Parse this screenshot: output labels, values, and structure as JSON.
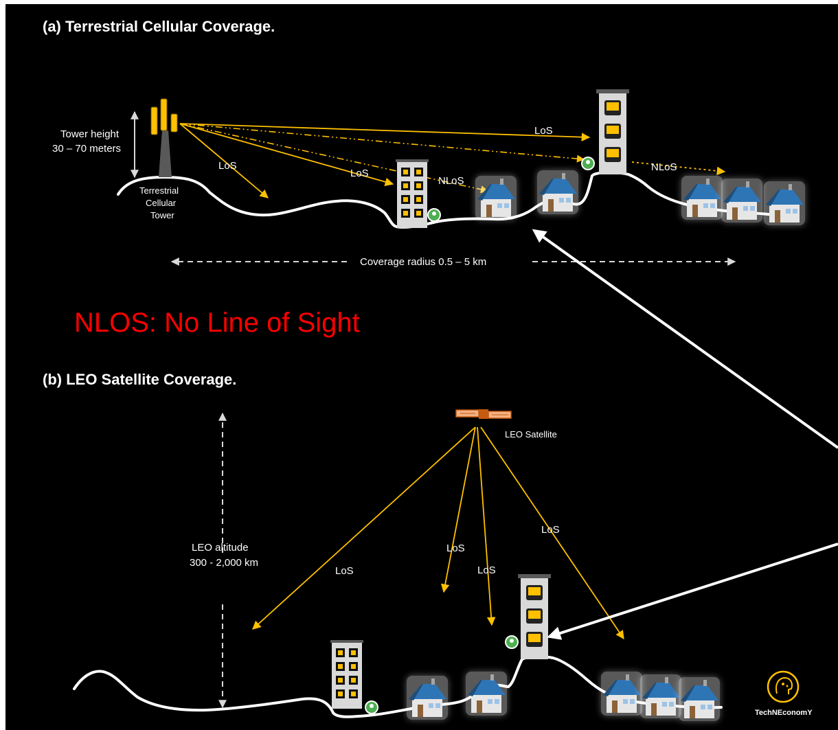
{
  "panel_a": {
    "heading": "(a) Terrestrial Cellular Coverage.",
    "tower_height_line1": "Tower height",
    "tower_height_line2": "30 – 70 meters",
    "tower_caption_line1": "Terrestrial",
    "tower_caption_line2": "Cellular",
    "tower_caption_line3": "Tower",
    "ray_los_1": "LoS",
    "ray_los_2": "LoS",
    "ray_los_3": "LoS",
    "ray_nlos_1": "NLoS",
    "ray_nlos_2": "NLoS",
    "coverage_radius": "Coverage radius 0.5 – 5 km"
  },
  "annotation": {
    "nlos_definition": "NLOS: No Line of Sight"
  },
  "panel_b": {
    "heading": "(b) LEO Satellite Coverage.",
    "satellite_label": "LEO Satellite",
    "altitude_line1": "LEO altitude",
    "altitude_line2": "300 - 2,000 km",
    "ray_los_1": "LoS",
    "ray_los_2": "LoS",
    "ray_los_3": "LoS",
    "ray_los_4": "LoS"
  },
  "logo": {
    "brand": "TechNEconomY"
  },
  "colors": {
    "background": "#000000",
    "ray": "#ffc000",
    "annotation": "#ff0000",
    "roof": "#2e75b6",
    "receiver": "#4caf50"
  }
}
